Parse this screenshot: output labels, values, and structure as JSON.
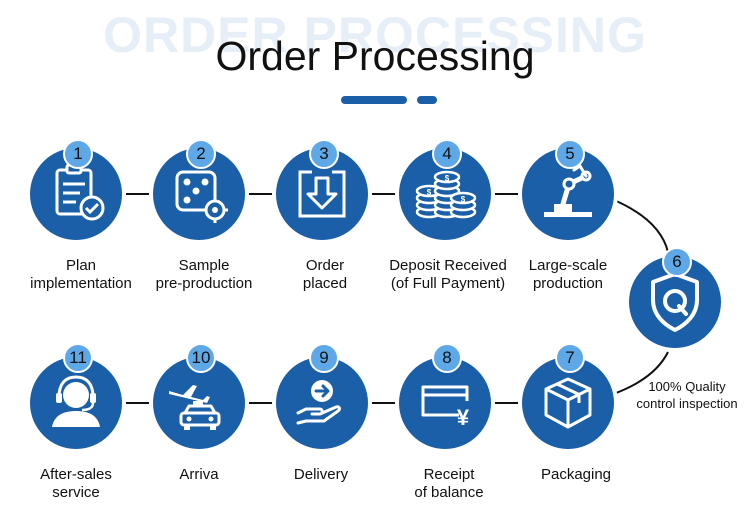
{
  "page": {
    "watermark": "ORDER PROCESSING",
    "title": "Order Processing"
  },
  "colors": {
    "primary": "#1a5fa8",
    "badge": "#5fa8e8"
  },
  "steps": [
    {
      "num": "1",
      "lines": [
        "Plan",
        "implementation"
      ],
      "icon": "clipboard-check-icon"
    },
    {
      "num": "2",
      "lines": [
        "Sample",
        "pre-production"
      ],
      "icon": "dice-gear-icon"
    },
    {
      "num": "3",
      "lines": [
        "Order",
        "placed"
      ],
      "icon": "download-box-icon"
    },
    {
      "num": "4",
      "lines": [
        "Deposit Received",
        "(of Full Payment)"
      ],
      "icon": "coin-stacks-icon"
    },
    {
      "num": "5",
      "lines": [
        "Large-scale",
        "production"
      ],
      "icon": "robot-arm-icon"
    },
    {
      "num": "6",
      "lines": [
        "100% Quality",
        "control inspection"
      ],
      "icon": "shield-q-icon"
    },
    {
      "num": "7",
      "lines": [
        "Packaging",
        ""
      ],
      "icon": "package-box-icon"
    },
    {
      "num": "8",
      "lines": [
        "Receipt",
        "of balance"
      ],
      "icon": "yen-receipt-icon"
    },
    {
      "num": "9",
      "lines": [
        "Delivery",
        ""
      ],
      "icon": "hand-arrow-icon"
    },
    {
      "num": "10",
      "lines": [
        "Arriva",
        ""
      ],
      "icon": "plane-taxi-icon"
    },
    {
      "num": "11",
      "lines": [
        "After-sales",
        "service"
      ],
      "icon": "headset-agent-icon"
    }
  ]
}
